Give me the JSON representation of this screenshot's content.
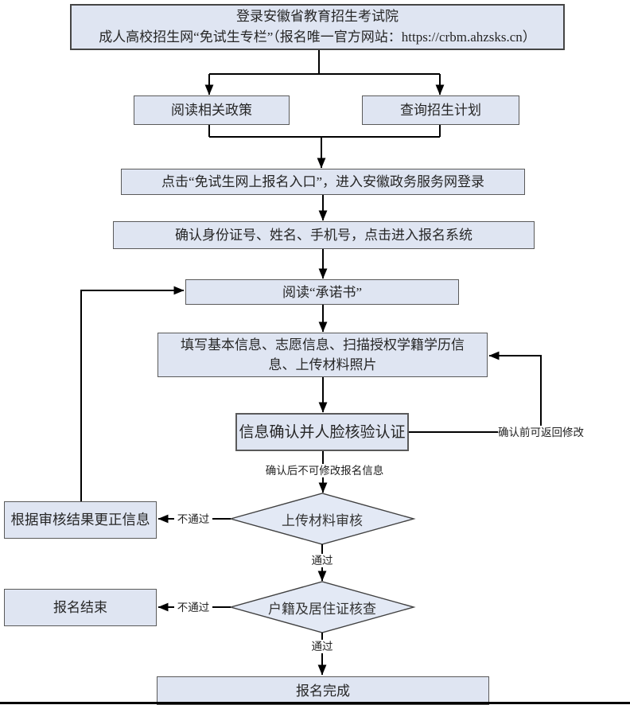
{
  "colors": {
    "node_fill": "#dfe5f2",
    "node_border": "#5a5a5a",
    "diamond_fill": "#e3e9f5",
    "connector": "#000000",
    "background": "#ffffff"
  },
  "nodes": {
    "start": {
      "line1": "登录安徽省教育招生考试院",
      "line2": "成人高校招生网“免试生专栏”（报名唯一官方网站：https://crbm.ahzsks.cn）"
    },
    "read_policy": {
      "label": "阅读相关政策"
    },
    "query_plan": {
      "label": "查询招生计划"
    },
    "click_entry": {
      "label": "点击“免试生网上报名入口”，进入安徽政务服务网登录"
    },
    "confirm_identity": {
      "label": "确认身份证号、姓名、手机号，点击进入报名系统"
    },
    "read_commitment": {
      "label": "阅读“承诺书”"
    },
    "fill_info": {
      "label": "填写基本信息、志愿信息、扫描授权学籍学历信息、上传材料照片"
    },
    "confirm_face": {
      "label": "信息确认并人脸核验认证"
    },
    "review_materials": {
      "label": "上传材料审核"
    },
    "correct_info": {
      "label": "根据审核结果更正信息"
    },
    "household_check": {
      "label": "户籍及居住证核查"
    },
    "registration_end": {
      "label": "报名结束"
    },
    "registration_done": {
      "label": "报名完成"
    }
  },
  "edge_labels": {
    "before_confirm_editable": "确认前可返回修改",
    "after_confirm_locked": "确认后不可修改报名信息",
    "materials_fail": "不通过",
    "materials_pass": "通过",
    "household_fail": "不通过",
    "household_pass": "通过"
  }
}
